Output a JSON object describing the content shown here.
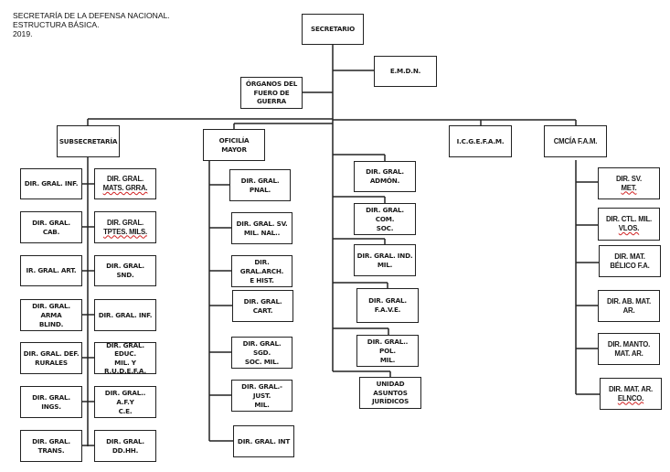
{
  "header": {
    "line1": "SECRETARÍA DE LA DEFENSA NACIONAL.",
    "line2": "ESTRUCTURA BÁSICA.",
    "line3": "2019."
  },
  "top": {
    "secretario": "SECRETARIO",
    "emdn": "E.M.D.N.",
    "organos": [
      "ÓRGANOS DEL",
      "FUERO DE",
      "GUERRA"
    ]
  },
  "subsecretaria": {
    "title": "SUBSECRETARÍA",
    "left": [
      [
        "DIR. GRAL. INF."
      ],
      [
        "DIR. GRAL. CAB."
      ],
      [
        "IR. GRAL. ART."
      ],
      [
        "DIR. GRAL. ARMA",
        "BLIND."
      ],
      [
        "DIR. GRAL. DEF.",
        "RURALES"
      ],
      [
        "DIR. GRAL. INGS."
      ],
      [
        "DIR. GRAL.",
        "TRANS."
      ]
    ],
    "right": [
      [
        "DIR. GRAL.",
        "MATS. GRRA."
      ],
      [
        "DIR. GRAL.",
        "TPTES. MILS."
      ],
      [
        "DIR. GRAL. SND."
      ],
      [
        "DIR. GRAL. INF."
      ],
      [
        "DIR. GRAL. EDUC.",
        "MIL. Y",
        "R.U.D.E.F.A."
      ],
      [
        "DIR. GRAL.. A.F.Y",
        "C.E."
      ],
      [
        "DIR. GRAL.",
        "DD.HH."
      ]
    ]
  },
  "oficialia": {
    "title": "OFICILÍA MAYOR",
    "items": [
      [
        "DIR. GRAL. PNAL."
      ],
      [
        "DIR. GRAL. SV.",
        "MIL. NAL.."
      ],
      [
        "DIR. GRAL.ARCH.",
        "E HIST."
      ],
      [
        "DIR. GRAL. CART."
      ],
      [
        "DIR. GRAL. SGD.",
        "SOC. MIL."
      ],
      [
        "DIR. GRAL.-JUST.",
        "MIL."
      ],
      [
        "DIR. GRAL. INT"
      ]
    ]
  },
  "central": {
    "items": [
      [
        "DIR. GRAL.",
        "ADMÓN."
      ],
      [
        "DIR. GRAL. COM.",
        "SOC."
      ],
      [
        "DIR. GRAL. IND.",
        "MIL."
      ],
      [
        "DIR. GRAL.",
        "F.A.V.E."
      ],
      [
        "DIR. GRAL.. POL.",
        "MIL."
      ],
      [
        "UNIDAD",
        "ASUNTOS",
        "JURÍDICOS"
      ]
    ]
  },
  "icgefam": {
    "title": "I.C.G.E.F.A.M."
  },
  "cmcia": {
    "title": "CMCÍA F.A.M.",
    "items": [
      [
        "DIR. SV.",
        "MET."
      ],
      [
        "DIR. CTL. MIL.",
        "VLOS."
      ],
      [
        "DIR. MAT.",
        "BÉLICO F.A."
      ],
      [
        "DIR. AB. MAT.",
        "AR."
      ],
      [
        "DIR. MANTO.",
        "MAT. AR."
      ],
      [
        "DIR. MAT. AR.",
        "ELNCO."
      ]
    ]
  },
  "colors": {
    "line": "#222222",
    "spellcheck": "#d02020"
  }
}
